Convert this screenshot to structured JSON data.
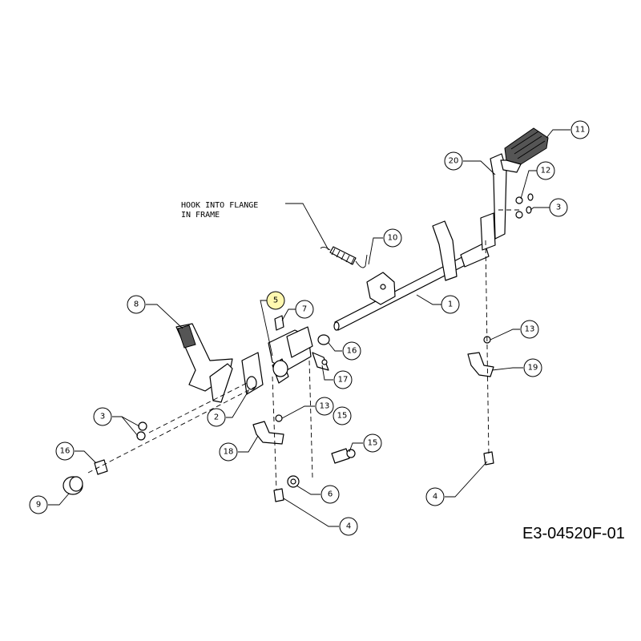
{
  "note": {
    "line1": "HOOK INTO FLANGE",
    "line2": "IN FRAME"
  },
  "drawing_code": "E3-04520F-01",
  "callouts": [
    {
      "id": "c11",
      "label": "11"
    },
    {
      "id": "c20",
      "label": "20"
    },
    {
      "id": "c12",
      "label": "12"
    },
    {
      "id": "c3a",
      "label": "3"
    },
    {
      "id": "c10",
      "label": "10"
    },
    {
      "id": "c1",
      "label": "1"
    },
    {
      "id": "c5",
      "label": "5",
      "highlighted": true
    },
    {
      "id": "c7",
      "label": "7"
    },
    {
      "id": "c8",
      "label": "8"
    },
    {
      "id": "c13a",
      "label": "13"
    },
    {
      "id": "c16a",
      "label": "16"
    },
    {
      "id": "c17",
      "label": "17"
    },
    {
      "id": "c19",
      "label": "19"
    },
    {
      "id": "c2",
      "label": "2"
    },
    {
      "id": "c3b",
      "label": "3"
    },
    {
      "id": "c13b",
      "label": "13"
    },
    {
      "id": "c15a",
      "label": "15"
    },
    {
      "id": "c18",
      "label": "18"
    },
    {
      "id": "c15b",
      "label": "15"
    },
    {
      "id": "c16b",
      "label": "16"
    },
    {
      "id": "c6",
      "label": "6"
    },
    {
      "id": "c4a",
      "label": "4"
    },
    {
      "id": "c4b",
      "label": "4"
    },
    {
      "id": "c9",
      "label": "9"
    }
  ],
  "colors": {
    "line": "#000000",
    "highlight": "#fff8b0",
    "background": "#ffffff"
  }
}
